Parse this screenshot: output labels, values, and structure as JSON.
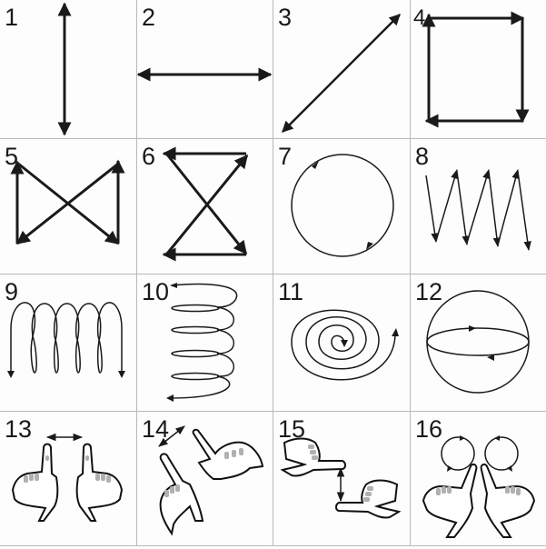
{
  "figure": {
    "title": "",
    "layout": {
      "rows": 4,
      "cols": 4
    },
    "line_color": "#1a1a1a",
    "grid_color": "#b8b8b8",
    "cells": [
      {
        "number": "1",
        "gesture": "vertical double-headed arrow"
      },
      {
        "number": "2",
        "gesture": "horizontal double-headed arrow"
      },
      {
        "number": "3",
        "gesture": "diagonal double-headed arrow"
      },
      {
        "number": "4",
        "gesture": "square path with arrows at each corner"
      },
      {
        "number": "5",
        "gesture": "bowtie path with arrows"
      },
      {
        "number": "6",
        "gesture": "hourglass path with arrows"
      },
      {
        "number": "7",
        "gesture": "circle with clockwise arrows"
      },
      {
        "number": "8",
        "gesture": "zigzag path with arrows"
      },
      {
        "number": "9",
        "gesture": "horizontal loops (coil)"
      },
      {
        "number": "10",
        "gesture": "vertical spring coil"
      },
      {
        "number": "11",
        "gesture": "spiral"
      },
      {
        "number": "12",
        "gesture": "sphere with equator arrows"
      },
      {
        "number": "13",
        "gesture": "two fingers spread horizontally"
      },
      {
        "number": "14",
        "gesture": "two fingers spread diagonally"
      },
      {
        "number": "15",
        "gesture": "two fingers spread vertically"
      },
      {
        "number": "16",
        "gesture": "two fingers rotating circles"
      }
    ]
  }
}
